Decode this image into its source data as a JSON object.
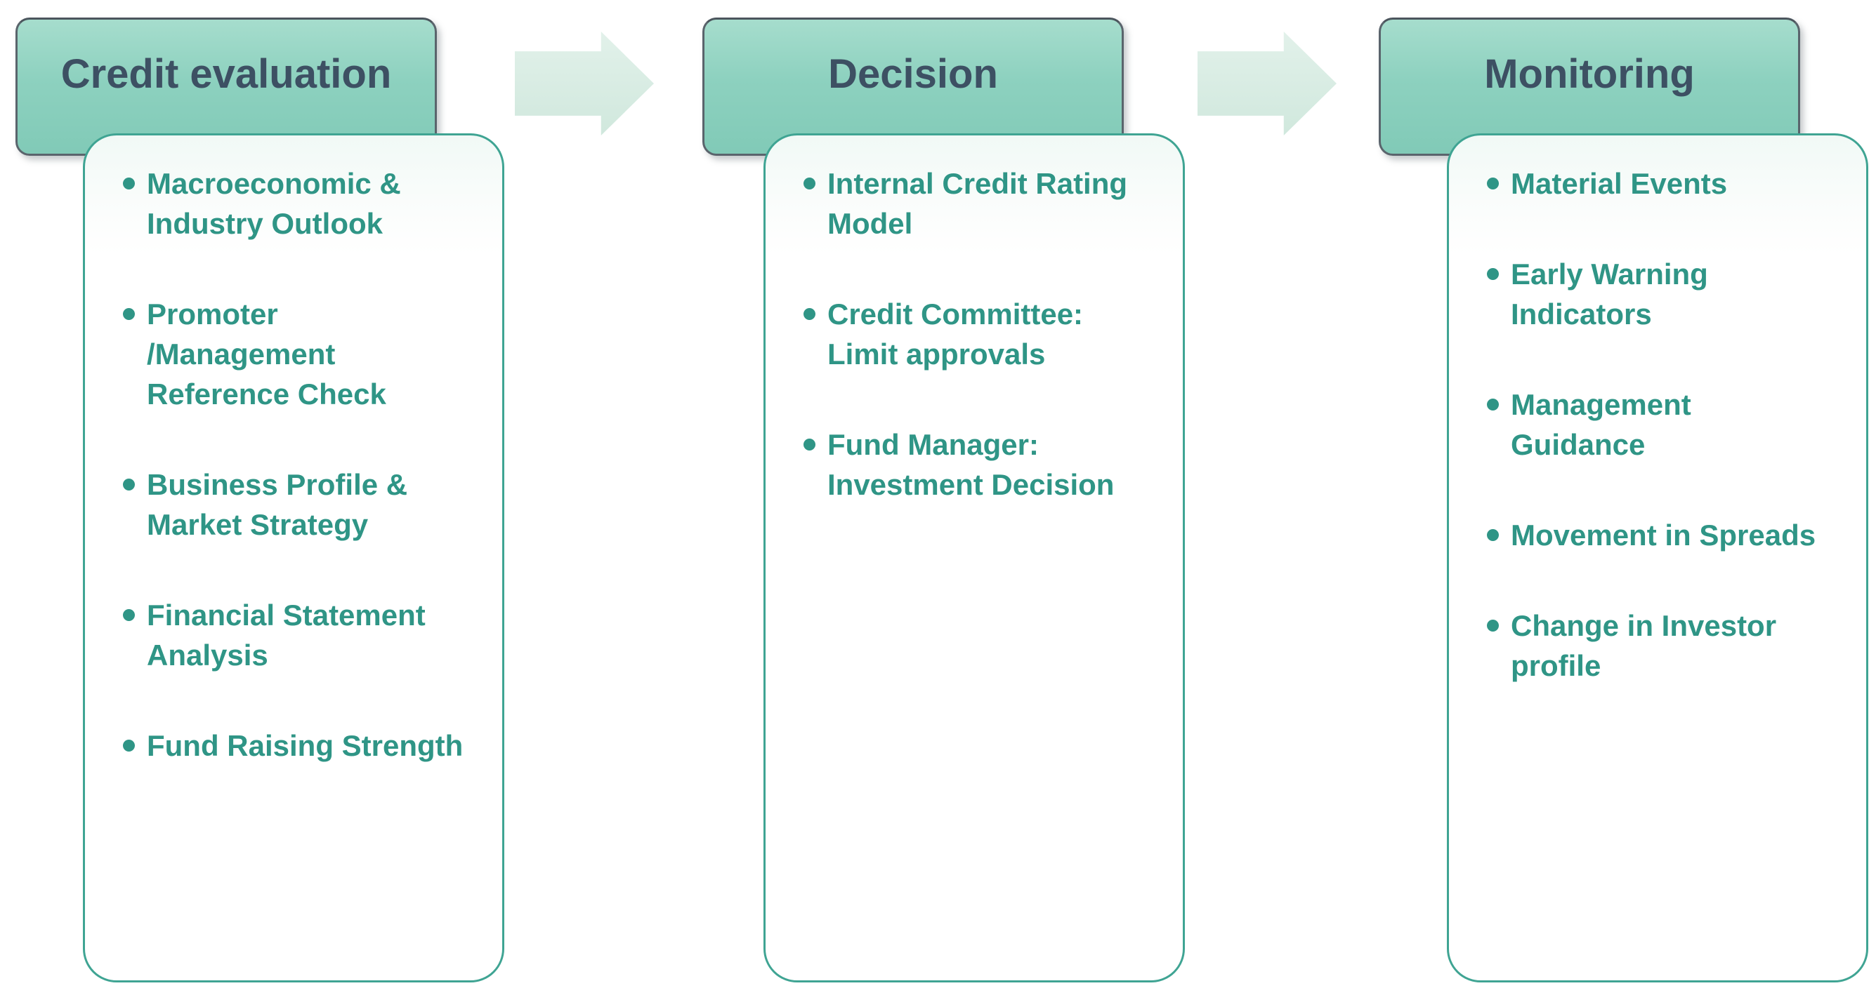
{
  "diagram": {
    "type": "process-flow",
    "columns": [
      {
        "header": "Credit evaluation",
        "items": [
          "Macroeconomic &\nIndustry Outlook",
          "Promoter\n/Management\nReference Check",
          "Business Profile &\nMarket Strategy",
          "Financial Statement\nAnalysis",
          "Fund Raising Strength"
        ]
      },
      {
        "header": "Decision",
        "items": [
          "Internal Credit Rating\nModel",
          "Credit Committee:\nLimit approvals",
          "Fund Manager:\nInvestment Decision"
        ]
      },
      {
        "header": "Monitoring",
        "items": [
          "Material Events",
          "Early Warning\nIndicators",
          "Management\nGuidance",
          "Movement in Spreads",
          "Change in Investor\nprofile"
        ]
      }
    ],
    "connector_icon": "arrow-right-icon",
    "colors": {
      "header_fill_top": "#a6ddcd",
      "header_fill_bottom": "#81cab7",
      "header_border": "#5a646c",
      "header_text": "#3d5063",
      "panel_border": "#3fa493",
      "panel_tint_top": "#f1f9f6",
      "list_text": "#2f9586",
      "arrow_fill": "#d7ece3",
      "background": "#ffffff"
    }
  }
}
